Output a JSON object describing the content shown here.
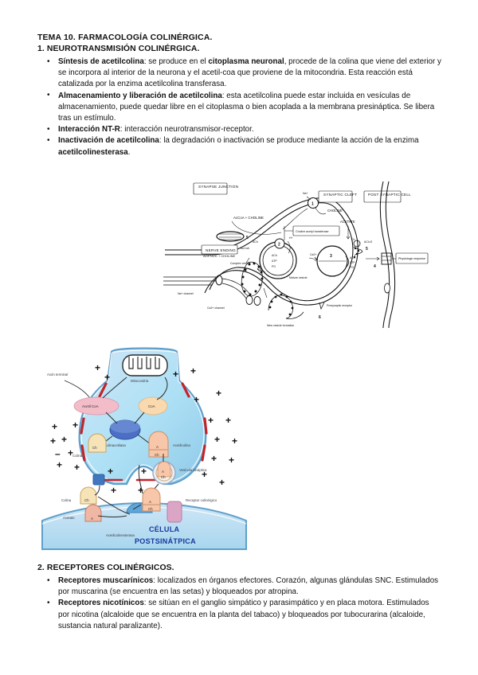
{
  "document": {
    "title": "TEMA 10. FARMACOLOGÍA COLINÉRGICA.",
    "section1_title": "1. NEUROTRANSMISIÓN COLINÉRGICA.",
    "section2_title": "2. RECEPTORES COLINÉRGICOS."
  },
  "section1_bullets": [
    {
      "lead": "Síntesis de acetilcolina",
      "text_a": ": se produce en el ",
      "bold_mid": "citoplasma neuronal",
      "text_b": ", procede de la colina que viene del exterior y se incorpora al interior de la neurona y el acetil-coa que proviene de la mitocondria. Esta reacción está catalizada por la enzima acetilcolina transferasa."
    },
    {
      "lead": "Almacenamiento y liberación de acetilcolina",
      "text_a": ": esta acetilcolina puede estar incluida en vesículas de almacenamiento, puede quedar libre en el citoplasma o bien acoplada a la membrana presináptica. Se libera tras un estímulo.",
      "bold_mid": "",
      "text_b": ""
    },
    {
      "lead": "Interacción NT-R",
      "text_a": ": interacción neurotransmisor-receptor.",
      "bold_mid": "",
      "text_b": ""
    },
    {
      "lead": "Inactivación de acetilcolina",
      "text_a": ": la degradación o inactivación se produce mediante la acción de la enzima ",
      "bold_mid": "acetilcolinesterasa",
      "text_b": "."
    }
  ],
  "section2_bullets": [
    {
      "lead": "Receptores muscarínicos",
      "text_a": ": localizados en órganos efectores. Corazón, algunas glándulas SNC. Estimulados por muscarina (se encuentra en las setas) y bloqueados por atropina.",
      "bold_mid": "",
      "text_b": ""
    },
    {
      "lead": "Receptores nicotínicos",
      "text_a": ": se sitúan en el ganglio simpático y parasimpático y en placa motora. Estimulados por nicotina (alcaloide que se encuentra en la planta del tabaco) y bloqueados por tubocurarina (alcaloide, sustancia natural paralizante).",
      "bold_mid": "",
      "text_b": ""
    }
  ],
  "figure1": {
    "caption_boxes": {
      "synapse_junction": "SYNAPSE JUNCTION",
      "synaptic_cleft": "SYNAPTIC CLEFT",
      "post_synaptic_cell": "POST SYNAPTIC CELL",
      "nerve_ending": "NERVE ENDING",
      "choline_acetyl_transferase": "Choline acetyl transferase"
    },
    "labels": {
      "accoa_choline": "AcCoA + CHOLINE",
      "acetate_choline": "ACETATE + CHOLINE",
      "choline": "CHOLINE",
      "acetate": "ACETATE",
      "na_channel": "Na+ channel",
      "ca_channel": "Ca2+ channel",
      "complex_vesicle": "Complex vesicle",
      "new_vesicle": "New vesicle formation",
      "mature_vesicle": "Mature vesicle",
      "presynaptic_receptor": "Presynaptic receptor",
      "physiologic_response": "Physiologic response",
      "vesicle_contents": "ACh ATP PG",
      "ach": "ACh",
      "acoa": "AcCoA",
      "na_ion": "Na+",
      "ca_ion": "Ca2+",
      "ach_e": "ACh-E"
    },
    "step_numbers": [
      "1",
      "2",
      "3",
      "4",
      "5",
      "6"
    ]
  },
  "figure2": {
    "labels": {
      "axon_terminal": "Axón terminal",
      "mitochondria": "Mitocondria",
      "acetil_coa": "Acetil CoA",
      "coa": "CoA",
      "colina": "Colina",
      "colinacetilasa": "Colinacetilasa",
      "acetilcolina": "Acetilcolina",
      "vesicula_sinaptica": "Vesícula sináptica",
      "acetato": "Acetato",
      "receptor_colinergico": "Receptor colinérgico",
      "acetilcolinesterasa": "Acetilcolinesterasa",
      "celula_postsinaptica_l1": "CÉLULA",
      "celula_postsinaptica_l2": "POSTSINÁTPICA",
      "ch_token": "Ch",
      "a_token": "A",
      "ach_token_top": "A",
      "ach_token_bottom": "Ch"
    },
    "colors": {
      "cytoplasm": "#b3d8ee",
      "membrane": "#5f9fcb",
      "acetil_coa_bubble": "#f2bcc9",
      "coa_bubble": "#fad9ae",
      "enzyme_blue": "#4a6fc4",
      "receptor_pink": "#dba6c6",
      "charge_red": "#c0252b",
      "teal_box": "#30636a",
      "post_label_blue": "#16389c"
    },
    "charge_symbols": [
      "+",
      "+",
      "+",
      "+",
      "+",
      "+",
      "+",
      "+",
      "+",
      "+",
      "+",
      "+",
      "+",
      "+",
      "+",
      "+",
      "+",
      "+",
      "+",
      "+",
      "-",
      "+",
      "+",
      "+",
      "+",
      "+"
    ]
  }
}
